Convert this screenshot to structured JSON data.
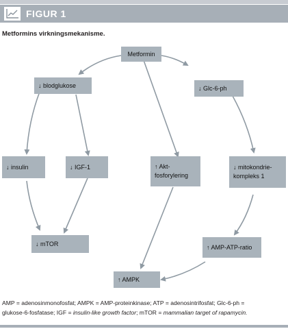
{
  "figure": {
    "label": "FIGUR 1",
    "caption": "Metformins virkningsmekanisme."
  },
  "nodes": {
    "metformin": "Metformin",
    "blodglukose": "↓ blodglukose",
    "glc6ph": "↓ Glc-6-ph",
    "insulin": "↓ insulin",
    "igf1": "↓ IGF-1",
    "akt": "↑ Akt-\nfosforylering",
    "mitokondrie": "↓ mitokondrie-\nkompleks 1",
    "mtor": "↓ mTOR",
    "amp_atp": "↑ AMP-ATP-ratio",
    "ampk": "↑ AMPK"
  },
  "legend": {
    "line1": "AMP = adenosinmonofosfat;  AMPK = AMP-proteinkinase;  ATP = adenosintrifosfat;  Glc-6-ph =",
    "line2_a": "glukose-6-fosfatase;  IGF = ",
    "line2_b": "insulin-like growth factor",
    "line2_c": ";  mTOR = ",
    "line2_d": "mammalian target of rapamycin."
  },
  "colors": {
    "header": "#a7afb7",
    "node": "#a9b3bb",
    "arrow": "#8f9aa3"
  },
  "icons": {
    "header_icon": "line-chart-icon"
  }
}
